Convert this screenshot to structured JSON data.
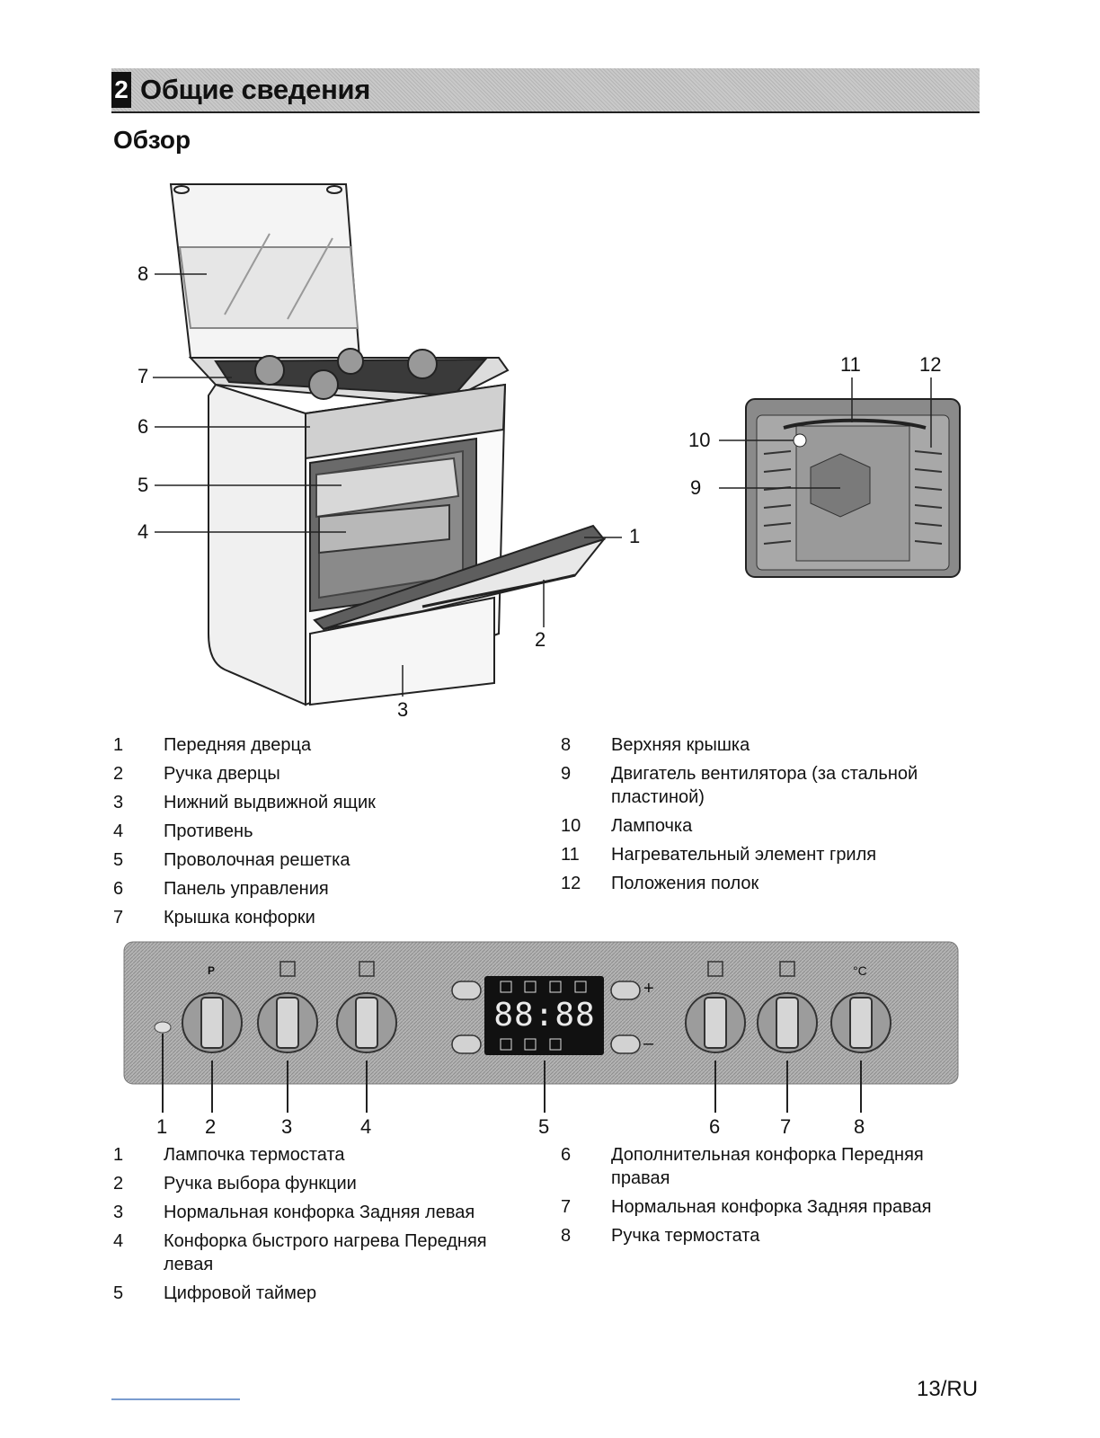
{
  "header": {
    "chapter_number": "2",
    "chapter_title": "Общие сведения"
  },
  "section_title": "Обзор",
  "stove_callouts": [
    "1",
    "2",
    "3",
    "4",
    "5",
    "6",
    "7",
    "8"
  ],
  "oven_callouts": [
    "9",
    "10",
    "11",
    "12"
  ],
  "legend_overview": [
    {
      "num": "1",
      "text": "Передняя дверца"
    },
    {
      "num": "2",
      "text": "Ручка дверцы"
    },
    {
      "num": "3",
      "text": "Нижний выдвижной ящик"
    },
    {
      "num": "4",
      "text": "Противень"
    },
    {
      "num": "5",
      "text": "Проволочная решетка"
    },
    {
      "num": "6",
      "text": "Панель управления"
    },
    {
      "num": "7",
      "text": "Крышка конфорки"
    },
    {
      "num": "8",
      "text": "Верхняя крышка"
    },
    {
      "num": "9",
      "text": "Двигатель вентилятора (за стальной пластиной)"
    },
    {
      "num": "10",
      "text": "Лампочка"
    },
    {
      "num": "11",
      "text": "Нагревательный элемент гриля"
    },
    {
      "num": "12",
      "text": "Положения полок"
    }
  ],
  "panel": {
    "knob_symbols": [
      "P",
      "°C"
    ],
    "timer_display": "88:88",
    "timer_buttons": [
      "+",
      "–"
    ],
    "callouts": [
      "1",
      "2",
      "3",
      "4",
      "5",
      "6",
      "7",
      "8"
    ]
  },
  "legend_panel": [
    {
      "num": "1",
      "text": "Лампочка термостата"
    },
    {
      "num": "2",
      "text": "Ручка выбора функции"
    },
    {
      "num": "3",
      "text": "Нормальная конфорка Задняя левая"
    },
    {
      "num": "4",
      "text": "Конфорка быстрого нагрева Передняя левая"
    },
    {
      "num": "5",
      "text": "Цифровой таймер"
    },
    {
      "num": "6",
      "text": "Дополнительная конфорка Передняя правая"
    },
    {
      "num": "7",
      "text": "Нормальная конфорка Задняя правая"
    },
    {
      "num": "8",
      "text": "Ручка термостата"
    }
  ],
  "page_number": "13/RU"
}
